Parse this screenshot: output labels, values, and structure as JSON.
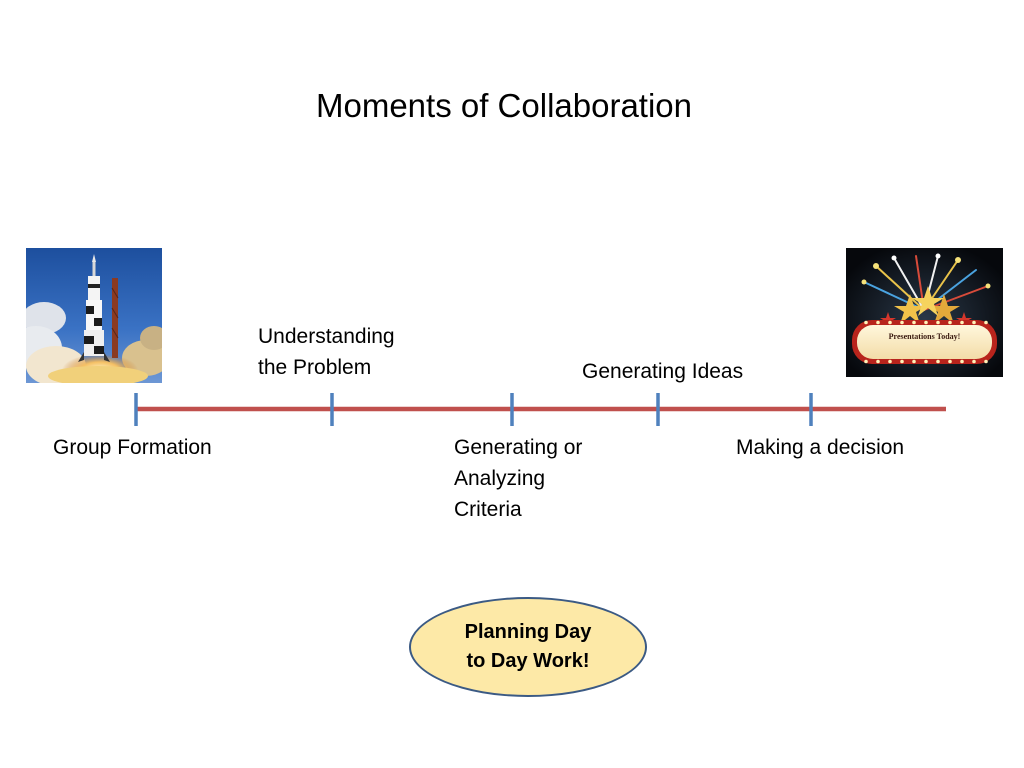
{
  "slide": {
    "title": "Moments of Collaboration",
    "timeline": {
      "line_color": "#c0504d",
      "tick_color": "#4f81bd",
      "labels": {
        "group_formation": "Group Formation",
        "understanding_line1": "Understanding",
        "understanding_line2": "the Problem",
        "criteria_line1": "Generating or",
        "criteria_line2": "Analyzing",
        "criteria_line3": "Criteria",
        "generating_ideas": "Generating Ideas",
        "making_decision": "Making a decision"
      }
    },
    "marquee_sign": "Presentations Today!",
    "callout": {
      "line1": "Planning Day",
      "line2": "to Day Work!",
      "fill": "#fde9a7",
      "border": "#3b5a84"
    }
  }
}
